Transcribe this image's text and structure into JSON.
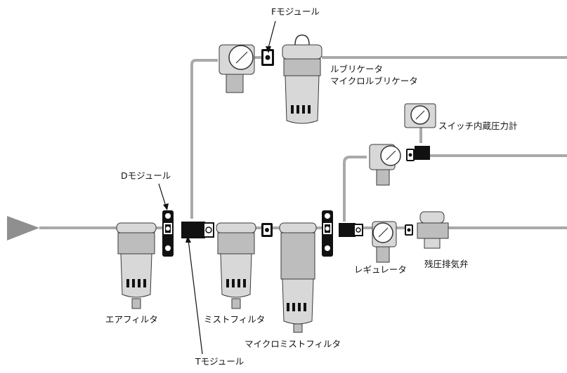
{
  "labels": {
    "f_module": "Fモジュール",
    "lubricator": "ルブリケータ",
    "micro_lubricator": "マイクロルブリケータ",
    "pressure_switch_gauge": "スイッチ内蔵圧力計",
    "d_module": "Dモジュール",
    "regulator": "レギュレータ",
    "exhaust_valve": "残圧排気弁",
    "air_filter": "エアフィルタ",
    "mist_filter": "ミストフィルタ",
    "micro_mist_filter": "マイクロミストフィルタ",
    "t_module": "Tモジュール"
  },
  "colors": {
    "pipe": "#a9a9a9",
    "body_light": "#d8d8d8",
    "body_dark": "#bdbdbd",
    "module": "#111111"
  }
}
